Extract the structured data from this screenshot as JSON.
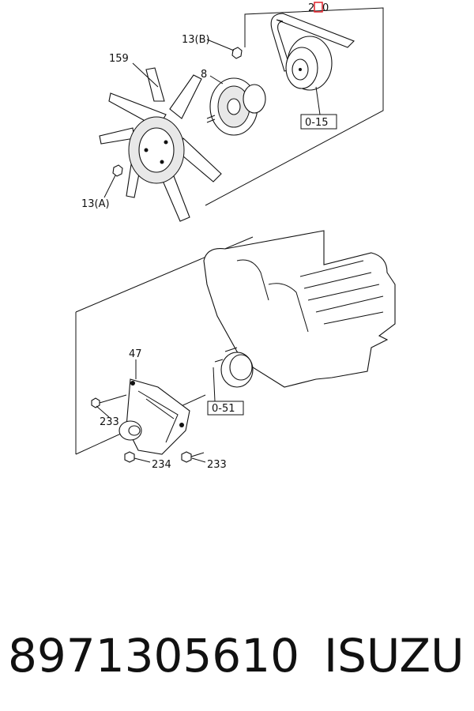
{
  "labels": {
    "l250_a": "2",
    "l250_b": "0",
    "l13b": "13(B)",
    "l159": "159",
    "l8": "8",
    "l13a": "13(A)",
    "l47": "47",
    "l233a": "233",
    "l234": "234",
    "l233b": "233"
  },
  "refs": {
    "o15": "0-15",
    "o51": "0-51"
  },
  "footer": {
    "part_number": "8971305610",
    "brand": "ISUZU"
  },
  "colors": {
    "highlight": "#e0202a",
    "ink": "#111111"
  }
}
